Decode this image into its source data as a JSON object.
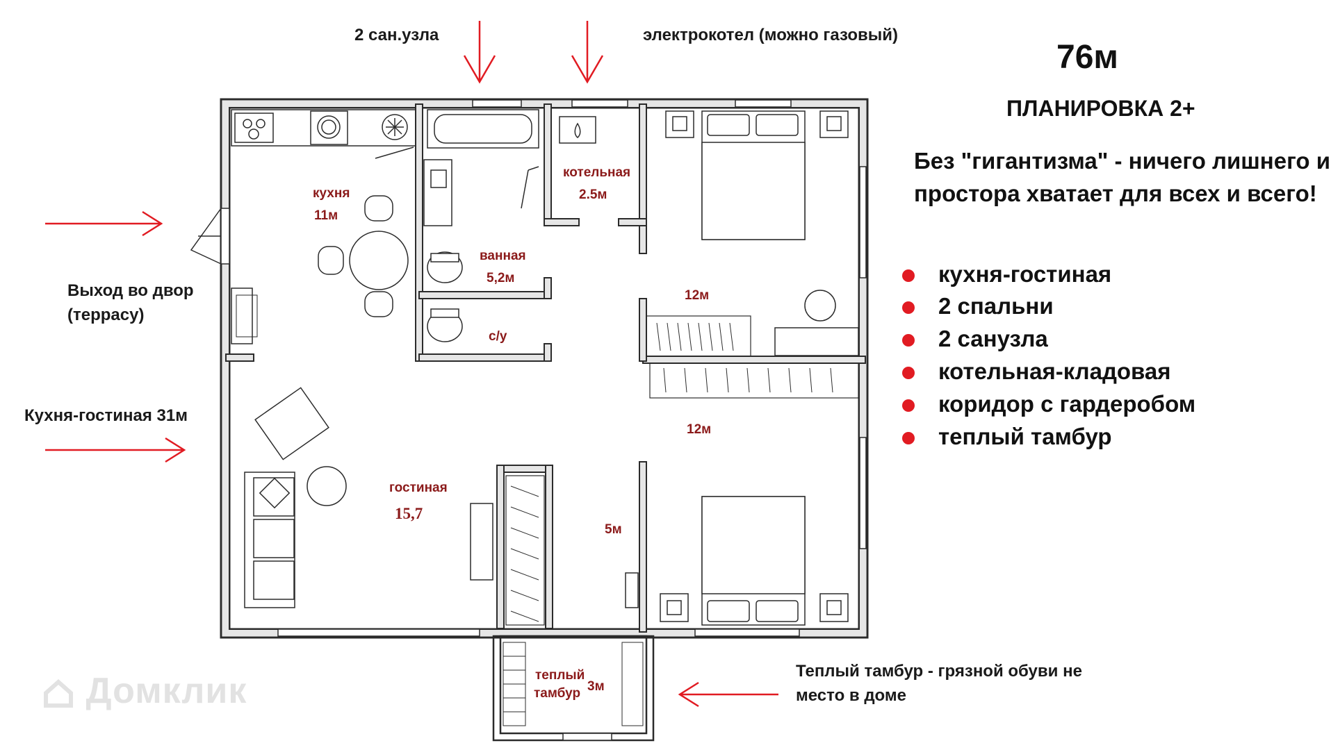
{
  "header": {
    "area": "76м",
    "layout_title": "ПЛАНИРОВКА  2+",
    "slogan_line1": "Без \"гигантизма\" - ничего лишнего и",
    "slogan_line2": "простора хватает  для всех и всего!"
  },
  "annotations": {
    "bathrooms": "2 сан.узла",
    "boiler": "электрокотел (можно газовый)",
    "exit_line1": "Выход  во двор",
    "exit_line2": "(террасу)",
    "kitchen_living": "Кухня-гостиная 31м",
    "vestibule_line1": "Теплый тамбур - грязной обуви не",
    "vestibule_line2": "место в доме"
  },
  "features": [
    "кухня-гостиная",
    "2 спальни",
    "2 санузла",
    "котельная-кладовая",
    "коридор с гардеробом",
    "теплый тамбур"
  ],
  "rooms": {
    "kitchen_name": "кухня",
    "kitchen_area": "11м",
    "boiler_name": "котельная",
    "boiler_area": "2.5м",
    "bath_name": "ванная",
    "bath_area": "5,2м",
    "wc_name": "с/у",
    "bedroom1_area": "12м",
    "bedroom2_area": "12м",
    "living_name": "гостиная",
    "living_area": "15,7",
    "corridor_area": "5м",
    "vestibule_name1": "теплый",
    "vestibule_name2": "тамбур",
    "vestibule_area": "3м"
  },
  "watermark": "Домклик",
  "colors": {
    "accent": "#e11b22",
    "room_label": "#8b1a1a",
    "wall": "#2b2b2b"
  }
}
